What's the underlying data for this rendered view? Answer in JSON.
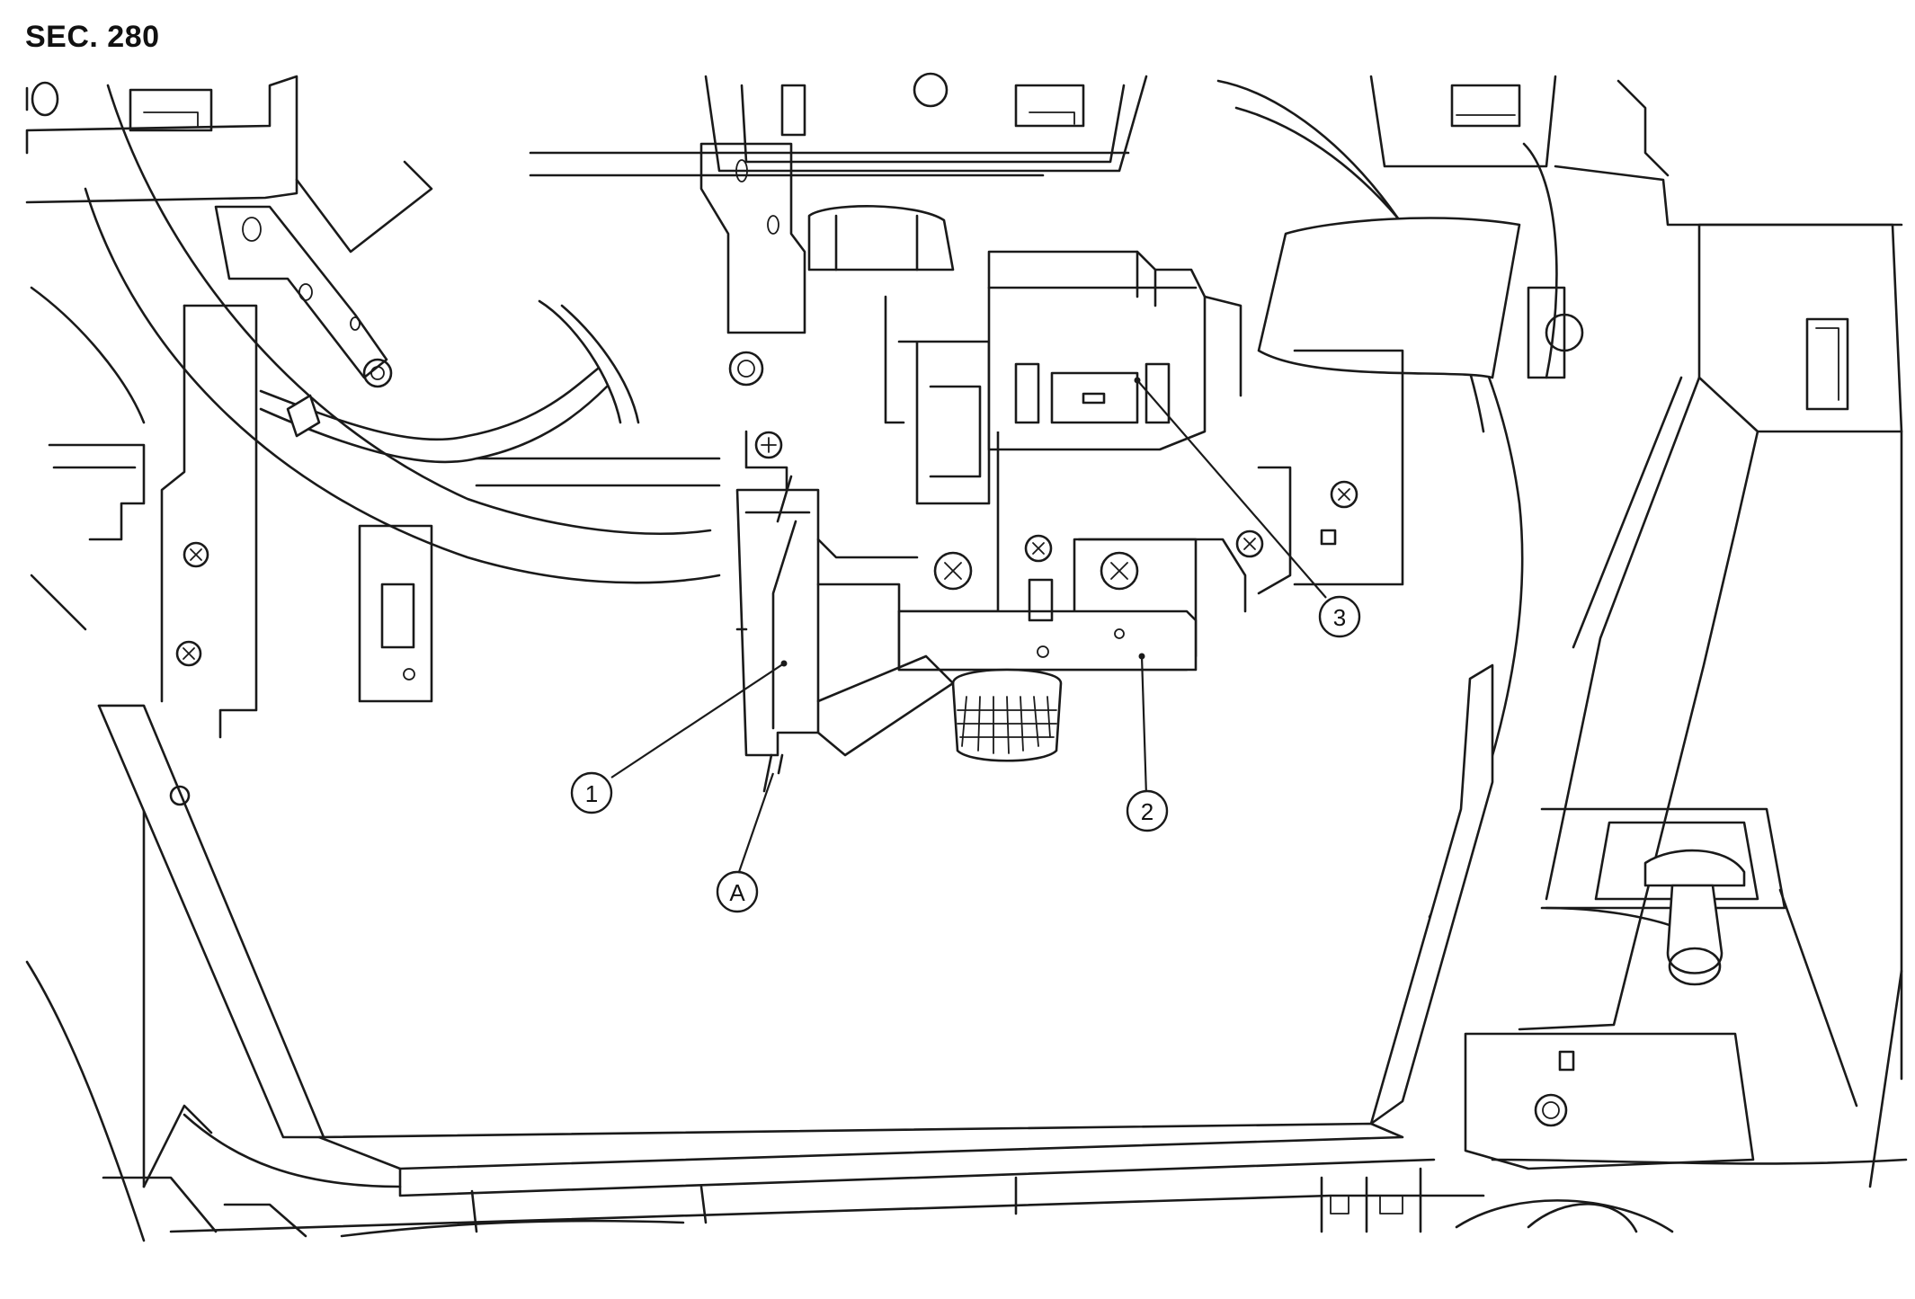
{
  "section_label": "SEC. 280",
  "callouts": [
    {
      "id": "1",
      "label": "1"
    },
    {
      "id": "2",
      "label": "2"
    },
    {
      "id": "3",
      "label": "3"
    },
    {
      "id": "A",
      "label": "A"
    }
  ]
}
